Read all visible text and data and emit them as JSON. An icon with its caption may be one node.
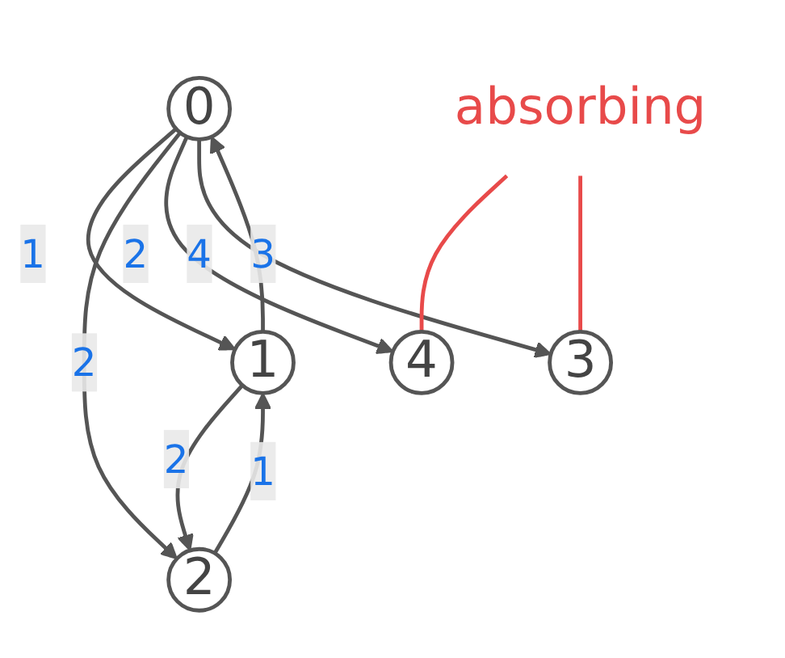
{
  "diagram": {
    "nodes": [
      {
        "text": [
          "0"
        ]
      },
      {
        "text": [
          "1"
        ]
      },
      {
        "text": [
          "2"
        ]
      },
      {
        "text": [
          "3"
        ]
      },
      {
        "text": [
          "4"
        ]
      },
      {
        "text": [
          "absorbing"
        ]
      }
    ],
    "edges": [
      {
        "from": 0,
        "to": 1,
        "arrow": "to",
        "label": "1"
      },
      {
        "from": 1,
        "to": 0,
        "arrow": "to",
        "label": "3"
      },
      {
        "from": 0,
        "to": 2,
        "arrow": "to",
        "label": "2"
      },
      {
        "from": 2,
        "to": 1,
        "arrow": "to",
        "label": "1"
      },
      {
        "from": 1,
        "to": 2,
        "arrow": "to",
        "label": "2"
      },
      {
        "from": 0,
        "to": 4,
        "arrow": "to",
        "label": "2"
      },
      {
        "from": 0,
        "to": 3,
        "arrow": "to",
        "label": "4"
      },
      {
        "from": 5,
        "to": 4,
        "arrow": "none",
        "color": "#e84a4a"
      },
      {
        "from": 5,
        "to": 3,
        "arrow": "none",
        "color": "#e84a4a"
      }
    ]
  }
}
